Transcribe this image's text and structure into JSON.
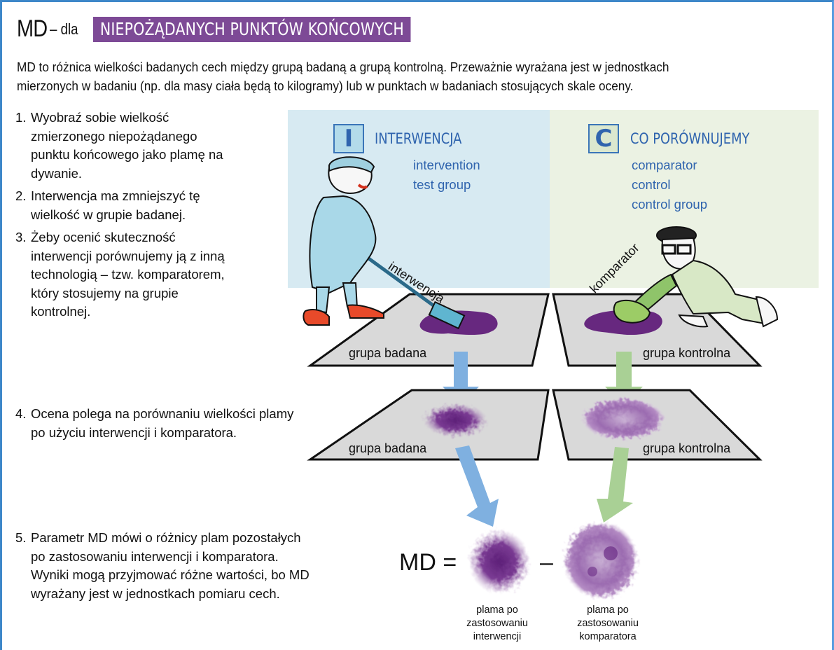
{
  "title": {
    "abbr": "MD",
    "connector": "– dla",
    "badge": "NIEPOŻĄDANYCH PUNKTÓW KOŃCOWYCH",
    "badge_color": "#7d4a96"
  },
  "intro": {
    "line1": "MD to różnica wielkości badanych cech między grupą badaną a grupą kontrolną. Przeważnie wyrażana jest w jednostkach",
    "line2": "mierzonych w badaniu (np. dla masy ciała będą to kilogramy) lub w punktach w badaniach stosujących skale oceny."
  },
  "steps": [
    {
      "num": "1.",
      "lines": [
        "Wyobraź sobie wielkość",
        "zmierzonego niepożądanego",
        "punktu końcowego jako plamę na",
        "dywanie."
      ]
    },
    {
      "num": "2.",
      "lines": [
        "Interwencja ma zmniejszyć tę",
        "wielkość w grupie badanej."
      ]
    },
    {
      "num": "3.",
      "lines": [
        "Żeby ocenić skuteczność",
        "interwencji porównujemy ją z inną",
        "technologią – tzw. komparatorem,",
        "który stosujemy na grupie",
        "kontrolnej."
      ]
    },
    {
      "num": "4.",
      "lines": [
        "Ocena polega na porównaniu wielkości plamy",
        "po użyciu interwencji i komparatora."
      ]
    },
    {
      "num": "5.",
      "lines": [
        "Parametr MD mówi o różnicy plam pozostałych",
        "po zastosowaniu interwencji i komparatora.",
        "Wyniki mogą przyjmować różne wartości, bo MD",
        "wyrażany jest w jednostkach pomiaru cech."
      ]
    }
  ],
  "intervention": {
    "letter": "I",
    "heading": "INTERWENCJA",
    "terms": [
      "intervention",
      "test group"
    ],
    "tool_label": "interwencja",
    "bg_color": "#d7eaf2",
    "arrow_color": "#7fb0e0"
  },
  "comparator": {
    "letter": "C",
    "heading": "CO PORÓWNUJEMY",
    "terms": [
      "comparator",
      "control",
      "control group"
    ],
    "tool_label": "komparator",
    "bg_color": "#ebf2e3",
    "arrow_color": "#a9d095"
  },
  "rugs": {
    "test_group": "grupa badana",
    "control_group": "grupa kontrolna"
  },
  "formula": {
    "lhs": "MD =",
    "operator": "–",
    "left_caption": [
      "plama po",
      "zastosowaniu",
      "interwencji"
    ],
    "right_caption": [
      "plama po",
      "zastosowaniu",
      "komparatora"
    ]
  },
  "colors": {
    "stain": "#67287f",
    "heading_blue": "#2f64ae",
    "rug": "#d9d9d9"
  }
}
